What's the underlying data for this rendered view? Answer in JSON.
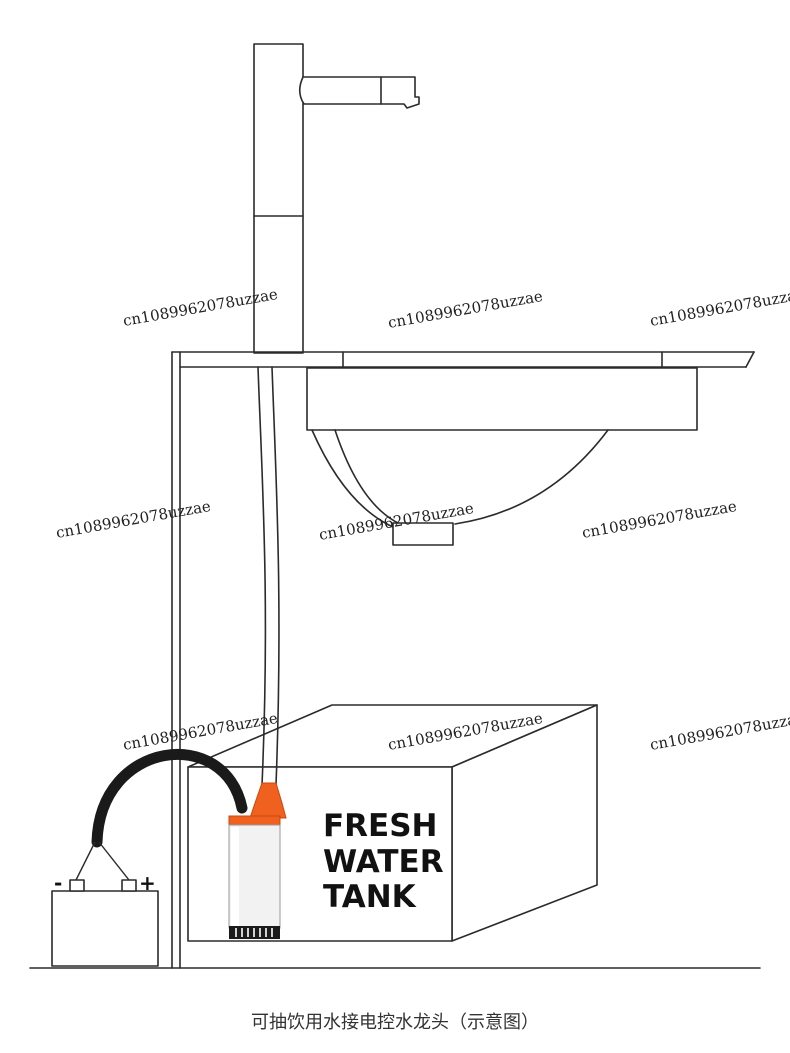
{
  "tank": {
    "lines": [
      "FRESH",
      "WATER",
      "TANK"
    ]
  },
  "battery": {
    "minus": "-",
    "plus": "+"
  },
  "watermark": "cn1089962078uzzae",
  "caption": "可抽饮用水接电控水龙头（示意图）",
  "colors": {
    "pump_orange": "#f0601e",
    "line": "#2b2b2b",
    "pump_body": "#f2f2f2",
    "cable": "#1a1a1a"
  },
  "icons": [
    "faucet-icon",
    "sink-icon",
    "pump-icon",
    "battery-icon",
    "water-tank-icon"
  ]
}
